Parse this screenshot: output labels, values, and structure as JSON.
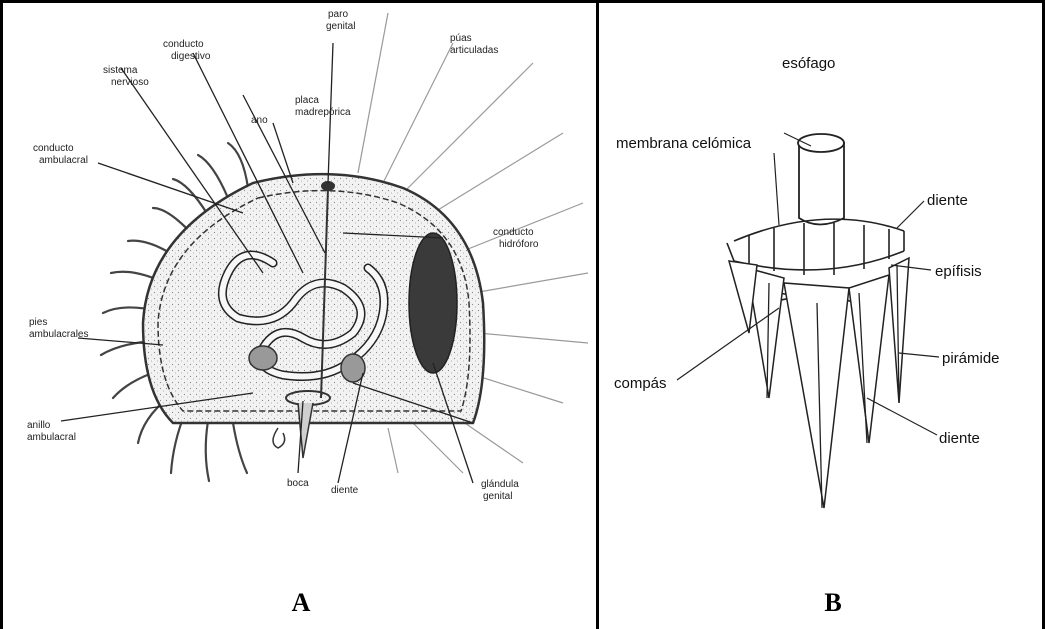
{
  "panels": [
    {
      "caption": "A",
      "labels": {
        "paro_genital": [
          "paro",
          "genital"
        ],
        "puas_articuladas": [
          "púas",
          "articuladas"
        ],
        "conducto_digestivo": [
          "conducto",
          "digestivo"
        ],
        "sistema_nervioso": [
          "sistema",
          "nervioso"
        ],
        "placa_madreporica": [
          "placa",
          "madrepórica"
        ],
        "ano": "ano",
        "conducto_ambulacral": [
          "conducto",
          "ambulacral"
        ],
        "conducto_hidroforo": [
          "conducto",
          "hidróforo"
        ],
        "pies_ambulacrales": [
          "pies",
          "ambulacrales"
        ],
        "anillo_ambulacral": [
          "anillo",
          "ambulacral"
        ],
        "boca": "boca",
        "diente": "diente",
        "glandula_genital": [
          "glándula",
          "genital"
        ]
      }
    },
    {
      "caption": "B",
      "labels": {
        "esofago": "esófago",
        "membrana_celomica": "membrana celómica",
        "diente_top": "diente",
        "epifisis": "epífisis",
        "compas": "compás",
        "piramide": "pirámide",
        "diente_bottom": "diente"
      }
    }
  ]
}
